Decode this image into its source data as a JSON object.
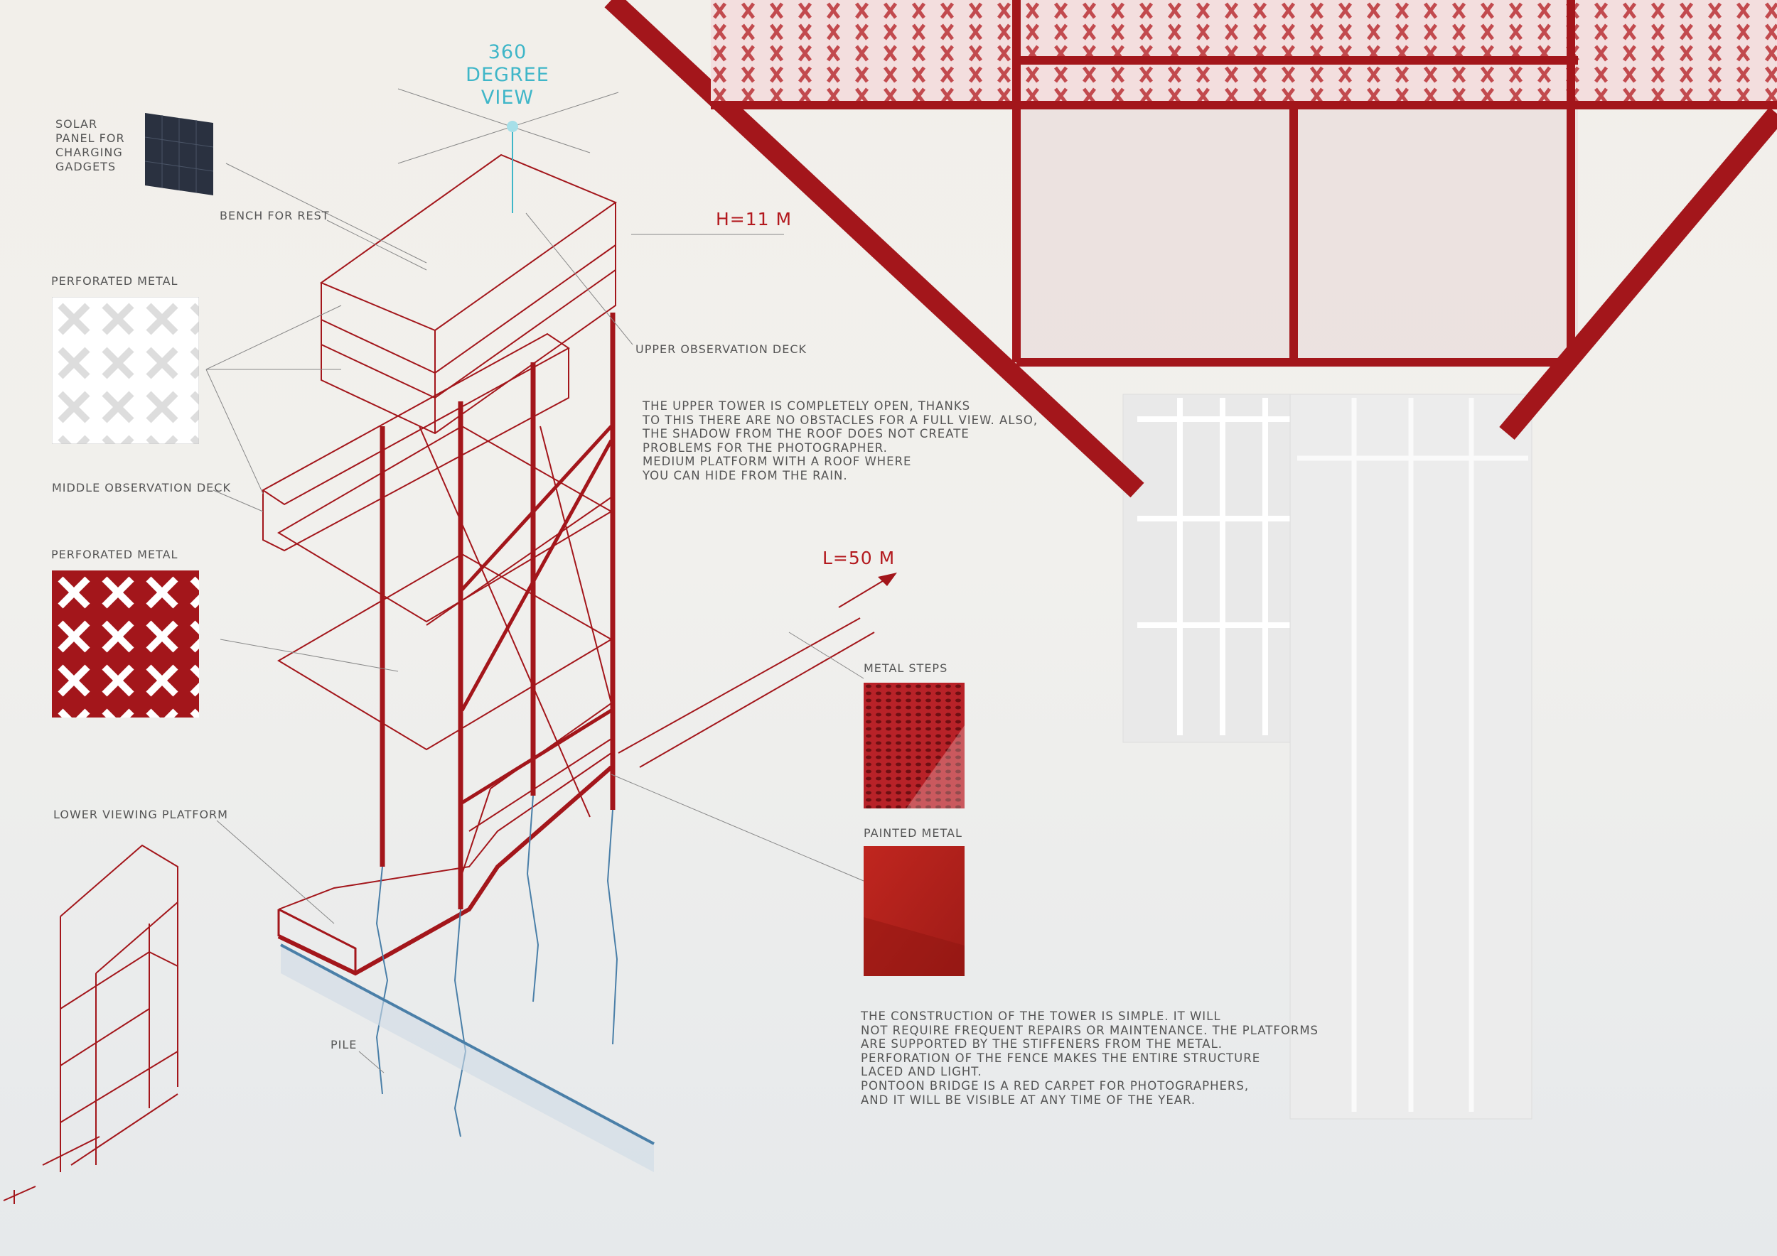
{
  "view_label": {
    "line1": "360",
    "line2": "degree",
    "line3": "view"
  },
  "solar_panel_label": "solar panel for charging gadgets",
  "bench_label": "bench for rest",
  "height_label": "H=11 M",
  "length_label": "L=50 M",
  "perforated_metal_label_1": "perforated metal",
  "perforated_metal_label_2": "perforated metal",
  "upper_deck_label": "upper observation deck",
  "middle_deck_label": "middle observation deck",
  "lower_platform_label": "lower viewing platform",
  "pile_label": "pile",
  "metal_steps_label": "metal steps",
  "painted_metal_label": "painted metal",
  "description_1": "The upper tower is completely open, thanks\nto this there are no obstacles for a full view. Also,\nthe shadow from the roof does not create\nproblems for the photographer.\nMedium platform with a roof where\nyou can hide from the rain.",
  "description_2": "The construction of the tower is simple. It will\nnot require frequent repairs or maintenance. The platforms\nare supported by the stiffeners from the metal.\nPerforation of the fence makes the entire structure\nlaced and light.\nPontoon bridge is a red carpet for photographers,\nand it will be visible at any time of the year.",
  "colors": {
    "structure_red": "#a3161b",
    "accent_cyan": "#3fb6c8",
    "water_blue": "#4a7fa8"
  }
}
